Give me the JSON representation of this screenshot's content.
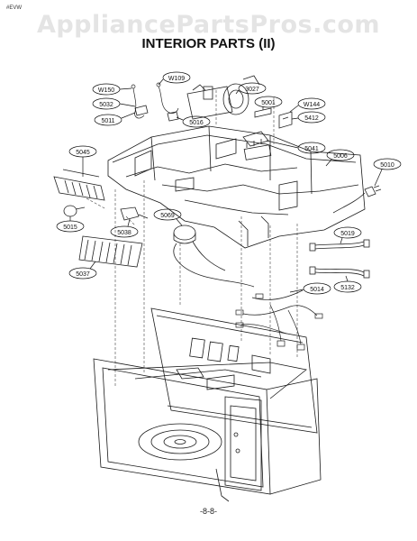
{
  "page": {
    "corner_code": "#EVW",
    "watermark": "AppliancePartsPros.com",
    "title": "INTERIOR PARTS (II)",
    "page_number": "-8-8-"
  },
  "labels": [
    "W109",
    "W150",
    "5032",
    "3027",
    "5001",
    "W144",
    "5011",
    "5016",
    "5412",
    "5041",
    "5006",
    "5010",
    "5045",
    "5069",
    "5015",
    "5038",
    "5019",
    "5037",
    "5014",
    "5132"
  ]
}
